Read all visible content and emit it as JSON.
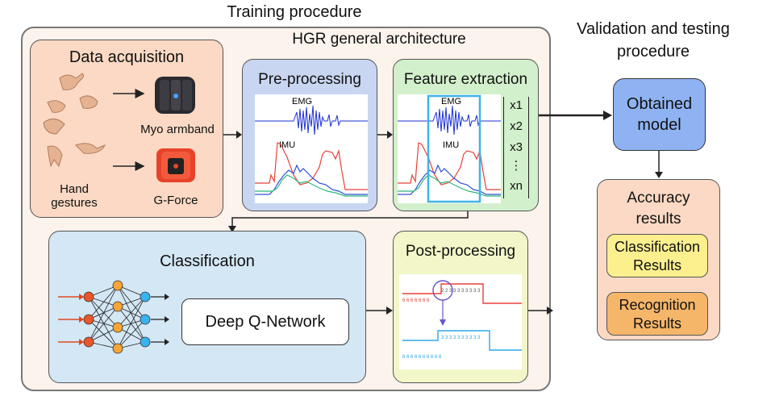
{
  "training_title": "Training procedure",
  "validation_title": "Validation and testing procedure",
  "hgr_title": "HGR general architecture",
  "data_acquisition": {
    "title": "Data acquisition",
    "hand_gestures": "Hand gestures",
    "myo": "Myo armband",
    "gforce": "G-Force"
  },
  "preprocessing": {
    "title": "Pre-processing",
    "emg": "EMG",
    "imu": "IMU"
  },
  "feature_extraction": {
    "title": "Feature extraction",
    "emg": "EMG",
    "imu": "IMU",
    "features": [
      "x1",
      "x2",
      "x3",
      "⋮",
      "xn"
    ]
  },
  "classification": {
    "title": "Classification",
    "network": "Deep Q-Network"
  },
  "postprocessing": {
    "title": "Post-processing",
    "top_values": "2 2 3 3 3 3 3 3 3 3",
    "top_left": "6 6 6 6 6 6 6",
    "mid_values": "3 3 3 3 3 3 3 3 3 3",
    "bot_left": "6 6 6 6 6 6 6 6 6 6"
  },
  "validation": {
    "model": "Obtained model",
    "accuracy": "Accuracy results",
    "classification_results": "Classification Results",
    "recognition_results": "Recognition Results"
  },
  "colors": {
    "data_acq_bg": "#fbd9c4",
    "preproc_bg": "#c9d6f2",
    "feature_bg": "#d3f0cc",
    "classif_bg": "#d4e7f5",
    "postproc_bg": "#f3f6c8",
    "model_bg": "#8fb3f2",
    "accuracy_bg": "#fbd9c4",
    "class_res_bg": "#fbef8e",
    "recog_res_bg": "#f6b66a",
    "emg": "#1b2fd6",
    "imu_red": "#e8403a",
    "imu_blue": "#2c4fd8",
    "imu_green": "#2bb87a",
    "node_blue": "#38b3f0",
    "node_orange": "#f7a535",
    "arrow_red": "#e04a1e"
  }
}
